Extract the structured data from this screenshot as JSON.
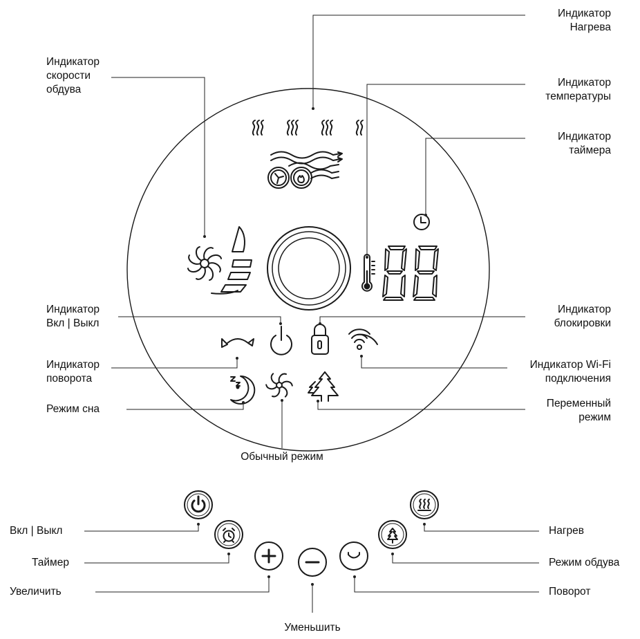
{
  "labels": {
    "heating_indicator": [
      "Индикатор",
      "Нагрева"
    ],
    "fan_speed_indicator": [
      "Индикатор",
      "скорости",
      "обдува"
    ],
    "temperature_indicator": [
      "Индикатор",
      "температуры"
    ],
    "timer_indicator": [
      "Индикатор",
      "таймера"
    ],
    "power_indicator": [
      "Индикатор",
      "Вкл | Выкл"
    ],
    "lock_indicator": [
      "Индикатор",
      "блокировки"
    ],
    "rotation_indicator": [
      "Индикатор",
      "поворота"
    ],
    "wifi_indicator": [
      "Индикатор Wi-Fi",
      "подключения"
    ],
    "sleep_mode": "Режим сна",
    "variable_mode": [
      "Переменный",
      "режим"
    ],
    "normal_mode": "Обычный режим"
  },
  "buttons": {
    "power": "Вкл | Выкл",
    "timer": "Таймер",
    "increase": "Увеличить",
    "decrease": "Уменьшить",
    "heat": "Нагрев",
    "fan_mode": "Режим обдува",
    "rotate": "Поворот"
  },
  "icons": [
    "heat-waves-icon",
    "fan-heater-icon",
    "fan-speed-icon",
    "thermometer-icon",
    "clock-icon",
    "seven-segment-display",
    "power-icon",
    "lock-icon",
    "rotation-icon",
    "wifi-icon",
    "sleep-moon-icon",
    "fan-icon",
    "tree-icon",
    "alarm-clock-icon",
    "plus-icon",
    "minus-icon",
    "heat-button-icon",
    "fan-mode-icon",
    "rotate-icon"
  ]
}
